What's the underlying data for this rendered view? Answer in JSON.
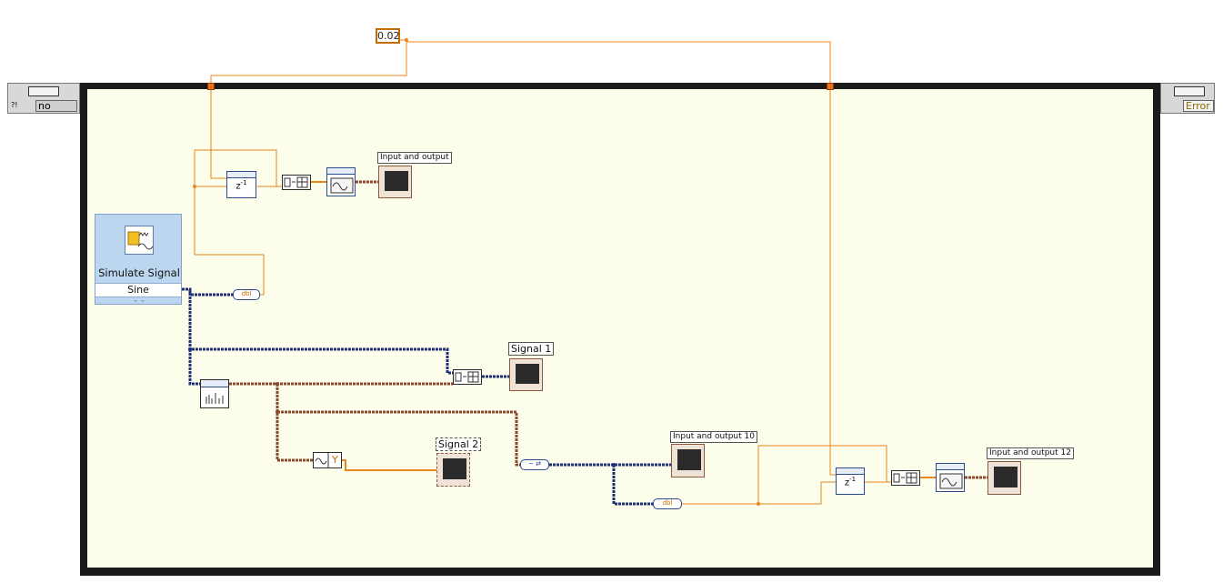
{
  "numeric_constant": {
    "value": "0.02"
  },
  "left_tab": {
    "value": "no",
    "prefix": "?!"
  },
  "right_tab": {
    "value": "Error"
  },
  "simulate_signal": {
    "title": "Simulate Signal",
    "signal_type": "Sine"
  },
  "indicators": {
    "input_and_output": "Input and output",
    "signal_1": "Signal 1",
    "signal_2": "Signal 2",
    "input_and_output_10": "Input and output 10",
    "input_and_output_12": "Input and output 12"
  },
  "blocks": {
    "delay_symbol": "z",
    "delay_exponent": "-1",
    "dbl_label": "dbl",
    "y_label": "Y"
  },
  "colors": {
    "loop_border": "#1b1b1b",
    "loop_fill": "#fdfdeb",
    "numeric_wire": "#e8871e",
    "waveform_wire": "#8a4a2a",
    "dynamic_wire": "#1f2f7a"
  }
}
